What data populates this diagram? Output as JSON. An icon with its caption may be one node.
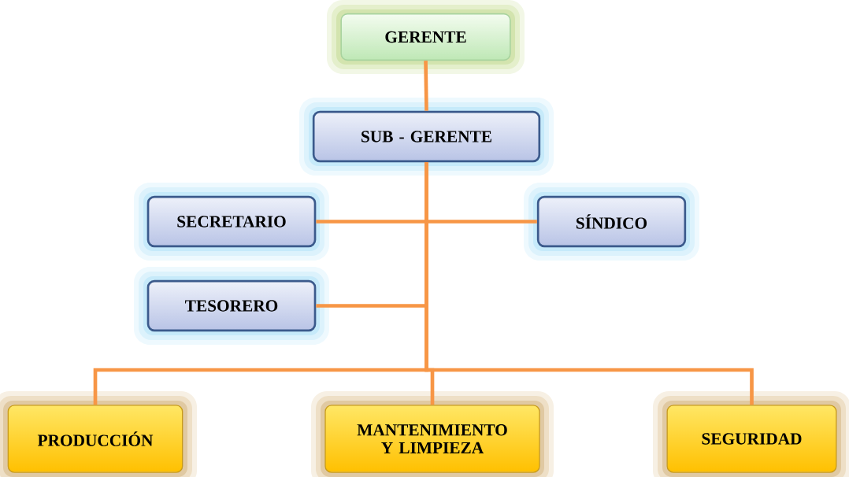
{
  "diagram": {
    "nodes": [
      {
        "text": [
          "GERENTE"
        ]
      },
      {
        "text": [
          "SUB - GERENTE"
        ]
      },
      {
        "text": [
          "SECRETARIO"
        ]
      },
      {
        "text": [
          "SÍNDICO"
        ]
      },
      {
        "text": [
          "TESORERO"
        ]
      },
      {
        "text": [
          "PRODUCCIÓN"
        ]
      },
      {
        "text": [
          "MANTENIMIENTO Y LIMPIEZA"
        ]
      },
      {
        "text": [
          "SEGURIDAD"
        ]
      }
    ],
    "edges": [
      {
        "from": 0,
        "to": 1,
        "arrow": "none"
      },
      {
        "from": 1,
        "to": 2,
        "arrow": "none"
      },
      {
        "from": 1,
        "to": 3,
        "arrow": "none"
      },
      {
        "from": 1,
        "to": 4,
        "arrow": "none"
      },
      {
        "from": 1,
        "to": 5,
        "arrow": "none"
      },
      {
        "from": 1,
        "to": 6,
        "arrow": "none"
      },
      {
        "from": 1,
        "to": 7,
        "arrow": "none"
      }
    ]
  }
}
